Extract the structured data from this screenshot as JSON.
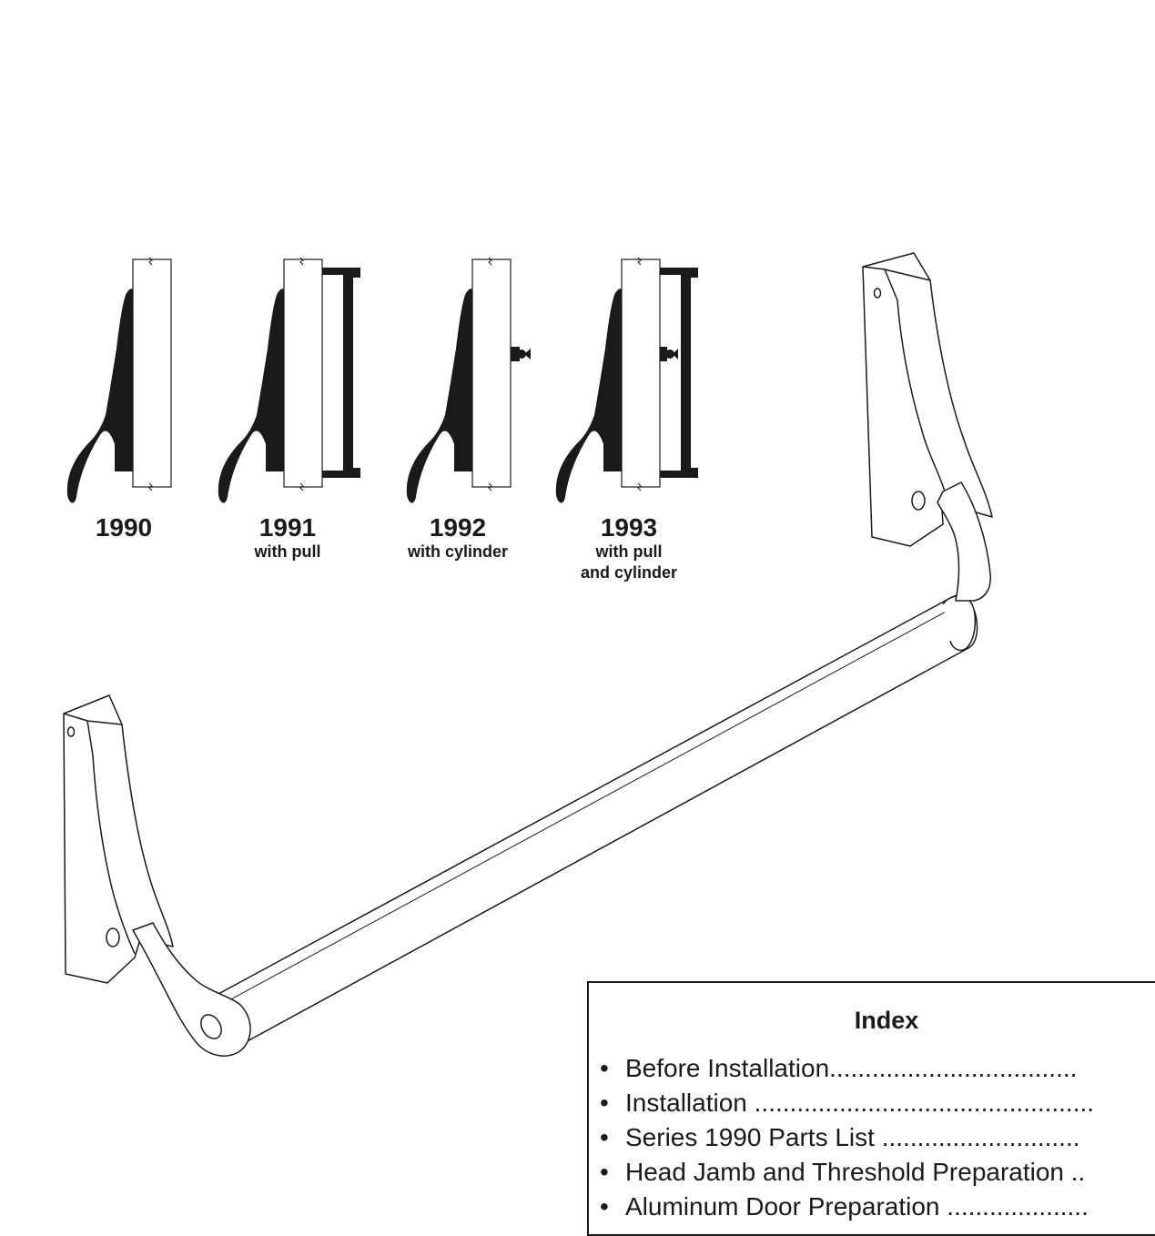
{
  "variants": [
    {
      "model": "1990",
      "caption": ""
    },
    {
      "model": "1991",
      "caption": "with pull"
    },
    {
      "model": "1992",
      "caption": "with cylinder"
    },
    {
      "model": "1993",
      "caption": "with pull\nand cylinder"
    }
  ],
  "index": {
    "title": "Index",
    "items": [
      "Before Installation...................................",
      "Installation ................................................",
      "Series 1990 Parts List ............................",
      "Head Jamb and Threshold Preparation ..",
      "Aluminum Door Preparation ...................."
    ]
  },
  "colors": {
    "ink": "#1a1a1a",
    "paper": "#ffffff"
  }
}
